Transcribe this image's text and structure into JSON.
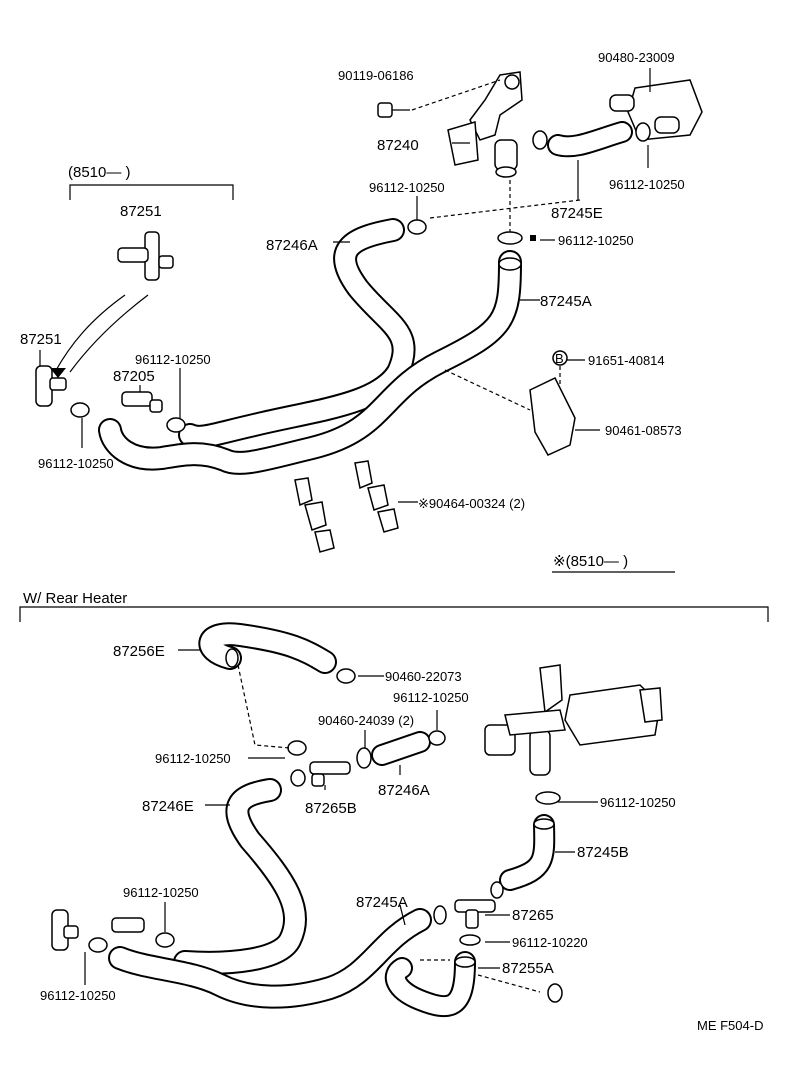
{
  "top_section": {
    "bracket_label": "(8510—       )",
    "labels": {
      "p90119_06186": "90119-06186",
      "p90480_23009": "90480-23009",
      "p87240": "87240",
      "p96112_10250_a": "96112-10250",
      "p96112_10250_b": "96112-10250",
      "p87245E": "87245E",
      "p87251_top": "87251",
      "p87246A": "87246A",
      "p96112_10250_c": "96112-10250",
      "p87245A": "87245A",
      "p87251_left": "87251",
      "p96112_10250_d": "96112-10250",
      "p91651_40814": "91651-40814",
      "b_marker": "B",
      "p87205": "87205",
      "p90461_08573": "90461-08573",
      "p96112_10250_e": "96112-10250",
      "p90464_00324": "※90464-00324 (2)"
    },
    "note_label": "※(8510—         )"
  },
  "rear_heater": {
    "title": "W/ Rear Heater",
    "labels": {
      "p87256E": "87256E",
      "p90460_22073": "90460-22073",
      "p96112_10250_f": "96112-10250",
      "p90460_24039": "90460-24039 (2)",
      "p96112_10250_g": "96112-10250",
      "p87246A": "87246A",
      "p87265B": "87265B",
      "p96112_10250_h": "96112-10250",
      "p87246E": "87246E",
      "p87245B": "87245B",
      "p96112_10250_i": "96112-10250",
      "p87245A": "87245A",
      "p87265": "87265",
      "p96112_10220": "96112-10220",
      "p87255A": "87255A",
      "p96112_10250_j": "96112-10250"
    }
  },
  "footer": {
    "code": "ME  F504-D"
  }
}
